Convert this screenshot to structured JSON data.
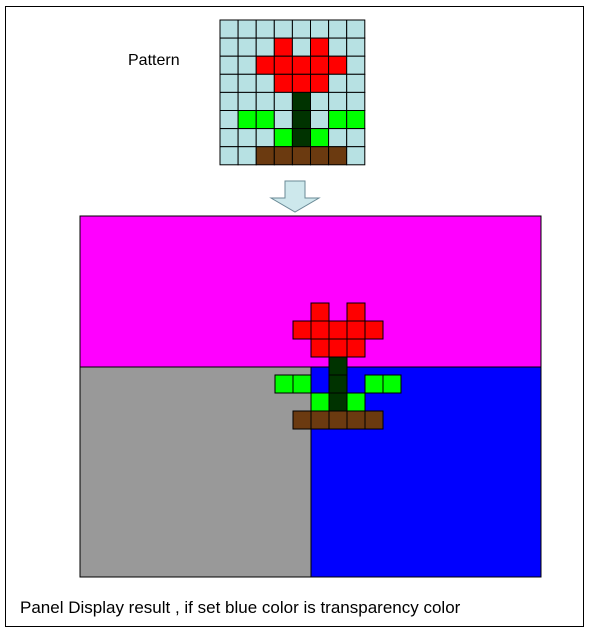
{
  "pattern_label": "Pattern",
  "caption": "Panel Display result , if set blue color is transparency color",
  "colors": {
    "background_cell": "#b7e1e3",
    "red": "#ff0000",
    "dark_green": "#003300",
    "green": "#00ff00",
    "brown": "#6b3a10",
    "magenta": "#ff00ff",
    "gray": "#999999",
    "blue": "#0000ff",
    "arrow_fill": "#cde8ec",
    "grid_line": "#000000"
  },
  "pattern_grid": [
    "........",
    "...R.R..",
    "..RRRRR.",
    "...RRR..",
    "....D...",
    ".GG.D.GG",
    "...GDG..",
    "..BBBBB."
  ],
  "panel": {
    "regions": [
      "magenta",
      "gray",
      "blue"
    ]
  }
}
